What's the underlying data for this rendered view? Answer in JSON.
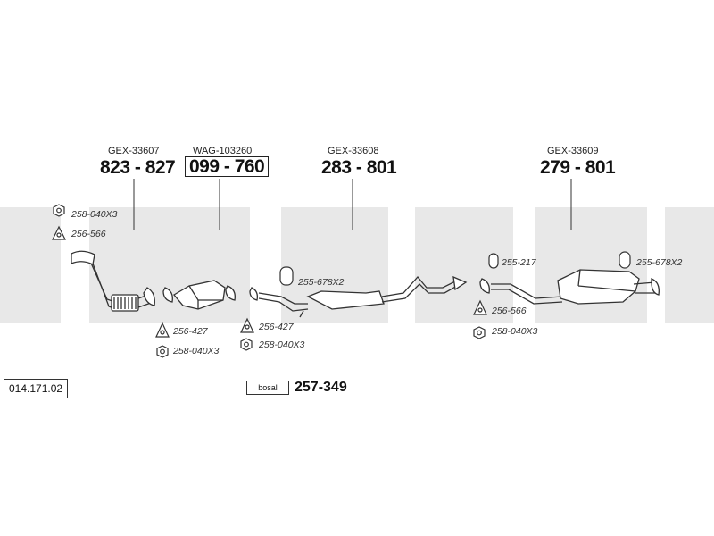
{
  "diagram": {
    "catalog_number": "014.171.02",
    "brand_badge": "bosal",
    "mounting_kit": "257-349",
    "sections": [
      {
        "code": "GEX-33607",
        "part": "823 - 827"
      },
      {
        "code": "WAG-103260",
        "part": "099 - 760"
      },
      {
        "code": "GEX-33608",
        "part": "283 - 801"
      },
      {
        "code": "GEX-33609",
        "part": "279 - 801"
      }
    ],
    "fittings": [
      {
        "label": "258-040X3",
        "icon": "nut-icon"
      },
      {
        "label": "256-566",
        "icon": "gasket-icon"
      },
      {
        "label": "256-427",
        "icon": "gasket-icon"
      },
      {
        "label": "258-040X3",
        "icon": "nut-icon"
      },
      {
        "label": "256-427",
        "icon": "gasket-icon"
      },
      {
        "label": "258-040X3",
        "icon": "nut-icon"
      },
      {
        "label": "255-678X2",
        "icon": "hanger-icon"
      },
      {
        "label": "255-217",
        "icon": "hanger-icon"
      },
      {
        "label": "255-678X2",
        "icon": "hanger-icon"
      },
      {
        "label": "256-566",
        "icon": "gasket-icon"
      },
      {
        "label": "258-040X3",
        "icon": "nut-icon"
      }
    ],
    "colors": {
      "watermark": "#e6e6e6",
      "line": "#333333"
    }
  }
}
